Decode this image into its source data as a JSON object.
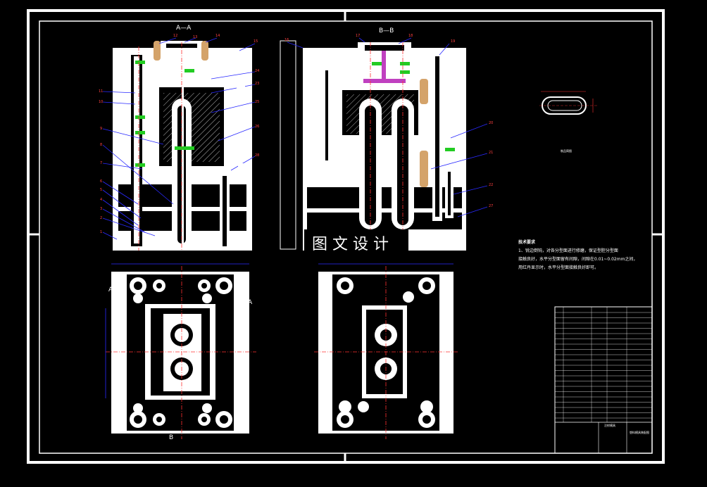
{
  "drawing": {
    "section_labels": {
      "aa": "A—A",
      "bb": "B—B"
    },
    "view_marks": {
      "a_left": "A",
      "a_right": "A",
      "b_bottom": "B"
    },
    "part_numbers_left": [
      "1",
      "2",
      "3",
      "4",
      "5",
      "6",
      "7",
      "8",
      "9",
      "10",
      "11"
    ],
    "part_numbers_top": [
      "12",
      "13",
      "14",
      "15",
      "16",
      "17",
      "18",
      "19"
    ],
    "part_numbers_right": [
      "20",
      "21",
      "22",
      "23",
      "24",
      "25",
      "26",
      "27",
      "28"
    ],
    "watermark": "图 文 设 计",
    "tech_requirements": {
      "title": "技术要求",
      "lines": [
        "1、锐边倒钝，对各分型面进行修磨，保证型腔分型面",
        "接触良好，水平分型面留有间隙，间隙在0.01~0.02mm之间，",
        "用红丹显示时，水平分型面接触良好即可。"
      ]
    },
    "detail_label": "制品简图",
    "title_block": {
      "name": "注射模具",
      "drawing_title": "塑料模具装配图"
    }
  },
  "colors": {
    "background": "#000000",
    "linework": "#ffffff",
    "leaders": "#2a2aff",
    "centerlines": "#ff3030",
    "fasteners": "#22cc22",
    "pins": "#d4a36a",
    "sprue": "#c040c0"
  }
}
